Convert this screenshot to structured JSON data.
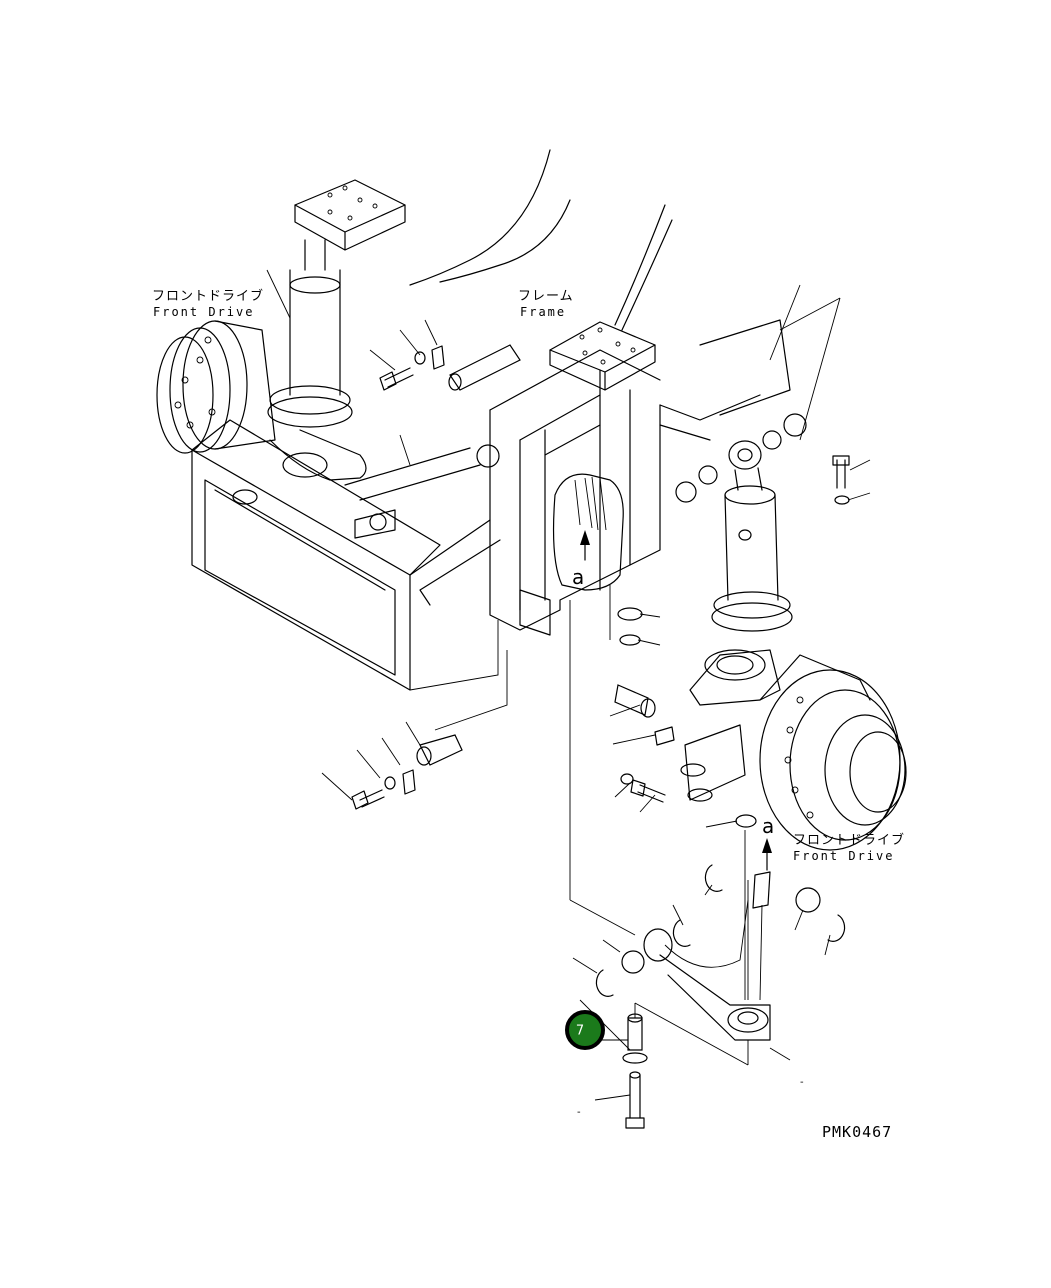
{
  "labels": {
    "front_drive_left_jp": "フロントドライブ",
    "front_drive_left_en": "Front Drive",
    "frame_jp": "フレーム",
    "frame_en": "Frame",
    "front_drive_right_jp": "フロントドライブ",
    "front_drive_right_en": "Front Drive",
    "view_a_inner": "a",
    "view_a_outer": "a",
    "part_dash_1": "-",
    "part_dash_2": "-",
    "drawing_code": "PMK0467"
  },
  "callouts": [
    {
      "number": "7"
    }
  ],
  "colors": {
    "line": "#000000",
    "background": "#ffffff",
    "callout_fill": "#1b7a1b"
  }
}
